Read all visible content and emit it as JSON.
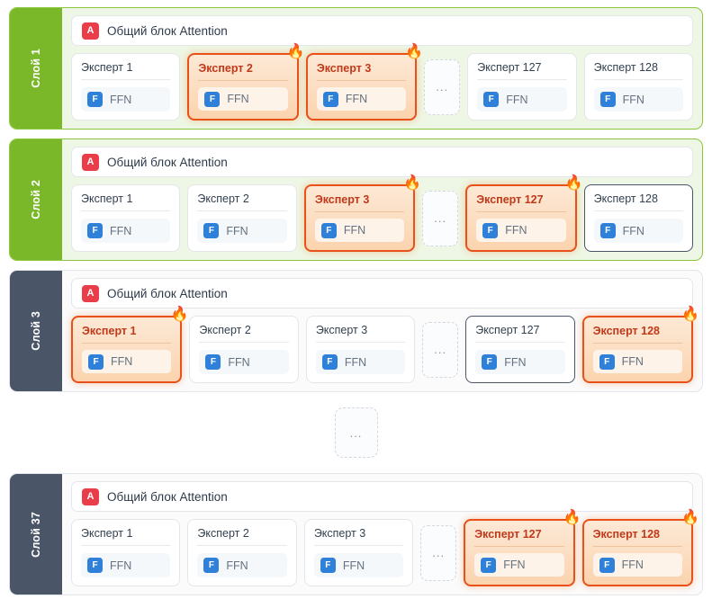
{
  "theme": {
    "green": "#7ab829",
    "green_bg": "#eef7e5",
    "slate": "#4a5568",
    "hot_border": "#e8511a",
    "hot_title": "#c0391a",
    "attention_badge": "#ea3d4a",
    "ffn_badge": "#2f80d8"
  },
  "icons": {
    "attention_badge_letter": "A",
    "ffn_badge_letter": "F",
    "flame": "🔥",
    "ellipsis": "..."
  },
  "labels": {
    "attention_block": "Общий блок Attention",
    "ffn": "FFN",
    "ellipsis": "..."
  },
  "layers": [
    {
      "name": "Слой 1",
      "accent": "green",
      "attention": "Общий блок Attention",
      "experts_left": [
        {
          "title": "Эксперт 1",
          "ffn": "FFN",
          "state": "idle"
        },
        {
          "title": "Эксперт 2",
          "ffn": "FFN",
          "state": "hot"
        },
        {
          "title": "Эксперт 3",
          "ffn": "FFN",
          "state": "hot"
        }
      ],
      "experts_right": [
        {
          "title": "Эксперт 127",
          "ffn": "FFN",
          "state": "idle"
        },
        {
          "title": "Эксперт 128",
          "ffn": "FFN",
          "state": "idle"
        }
      ]
    },
    {
      "name": "Слой 2",
      "accent": "green",
      "attention": "Общий блок Attention",
      "experts_left": [
        {
          "title": "Эксперт 1",
          "ffn": "FFN",
          "state": "idle"
        },
        {
          "title": "Эксперт 2",
          "ffn": "FFN",
          "state": "idle"
        },
        {
          "title": "Эксперт 3",
          "ffn": "FFN",
          "state": "hot"
        }
      ],
      "experts_right": [
        {
          "title": "Эксперт 127",
          "ffn": "FFN",
          "state": "hot"
        },
        {
          "title": "Эксперт 128",
          "ffn": "FFN",
          "state": "dark"
        }
      ]
    },
    {
      "name": "Слой 3",
      "accent": "slate",
      "attention": "Общий блок Attention",
      "experts_left": [
        {
          "title": "Эксперт 1",
          "ffn": "FFN",
          "state": "hot"
        },
        {
          "title": "Эксперт 2",
          "ffn": "FFN",
          "state": "idle"
        },
        {
          "title": "Эксперт 3",
          "ffn": "FFN",
          "state": "idle"
        }
      ],
      "experts_right": [
        {
          "title": "Эксперт 127",
          "ffn": "FFN",
          "state": "dark"
        },
        {
          "title": "Эксперт 128",
          "ffn": "FFN",
          "state": "hot"
        }
      ]
    },
    {
      "name": "Слой 37",
      "accent": "slate",
      "attention": "Общий блок Attention",
      "experts_left": [
        {
          "title": "Эксперт 1",
          "ffn": "FFN",
          "state": "idle"
        },
        {
          "title": "Эксперт 2",
          "ffn": "FFN",
          "state": "idle"
        },
        {
          "title": "Эксперт 3",
          "ffn": "FFN",
          "state": "idle"
        }
      ],
      "experts_right": [
        {
          "title": "Эксперт 127",
          "ffn": "FFN",
          "state": "hot"
        },
        {
          "title": "Эксперт 128",
          "ffn": "FFN",
          "state": "hot"
        }
      ]
    }
  ],
  "layer_gap_ellipsis": "..."
}
